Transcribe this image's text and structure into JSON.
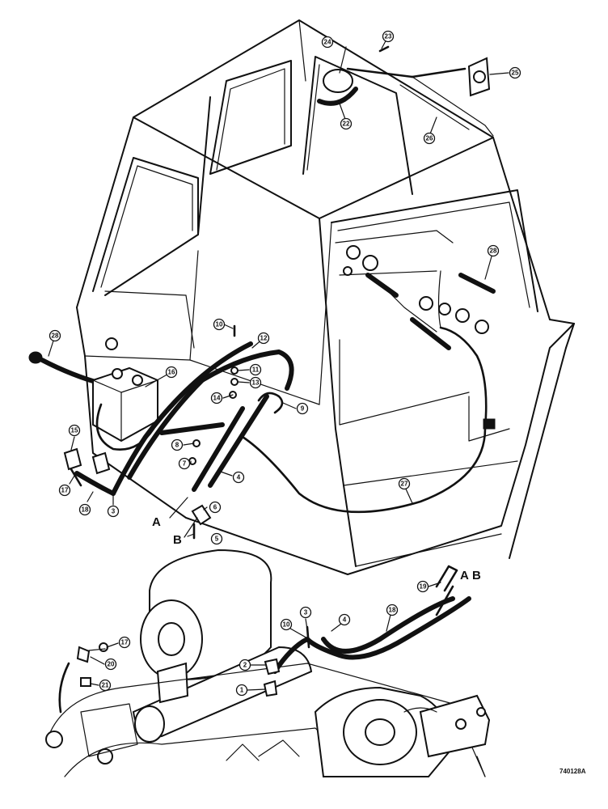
{
  "figure_id": "740128A",
  "connection_labels": {
    "a": "A",
    "b": "B"
  },
  "callouts": {
    "c1": "1",
    "c2": "2",
    "c3a": "3",
    "c3b": "3",
    "c4a": "4",
    "c4b": "4",
    "c5": "5",
    "c6": "6",
    "c7": "7",
    "c8": "8",
    "c9": "9",
    "c10a": "10",
    "c10b": "10",
    "c11": "11",
    "c12": "12",
    "c13": "13",
    "c14": "14",
    "c15": "15",
    "c16": "16",
    "c17a": "17",
    "c17b": "17",
    "c18a": "18",
    "c18b": "18",
    "c19": "19",
    "c20": "20",
    "c21": "21",
    "c22": "22",
    "c23": "23",
    "c24": "24",
    "c25": "25",
    "c26": "26",
    "c27": "27",
    "c28a": "28",
    "c28b": "28"
  }
}
